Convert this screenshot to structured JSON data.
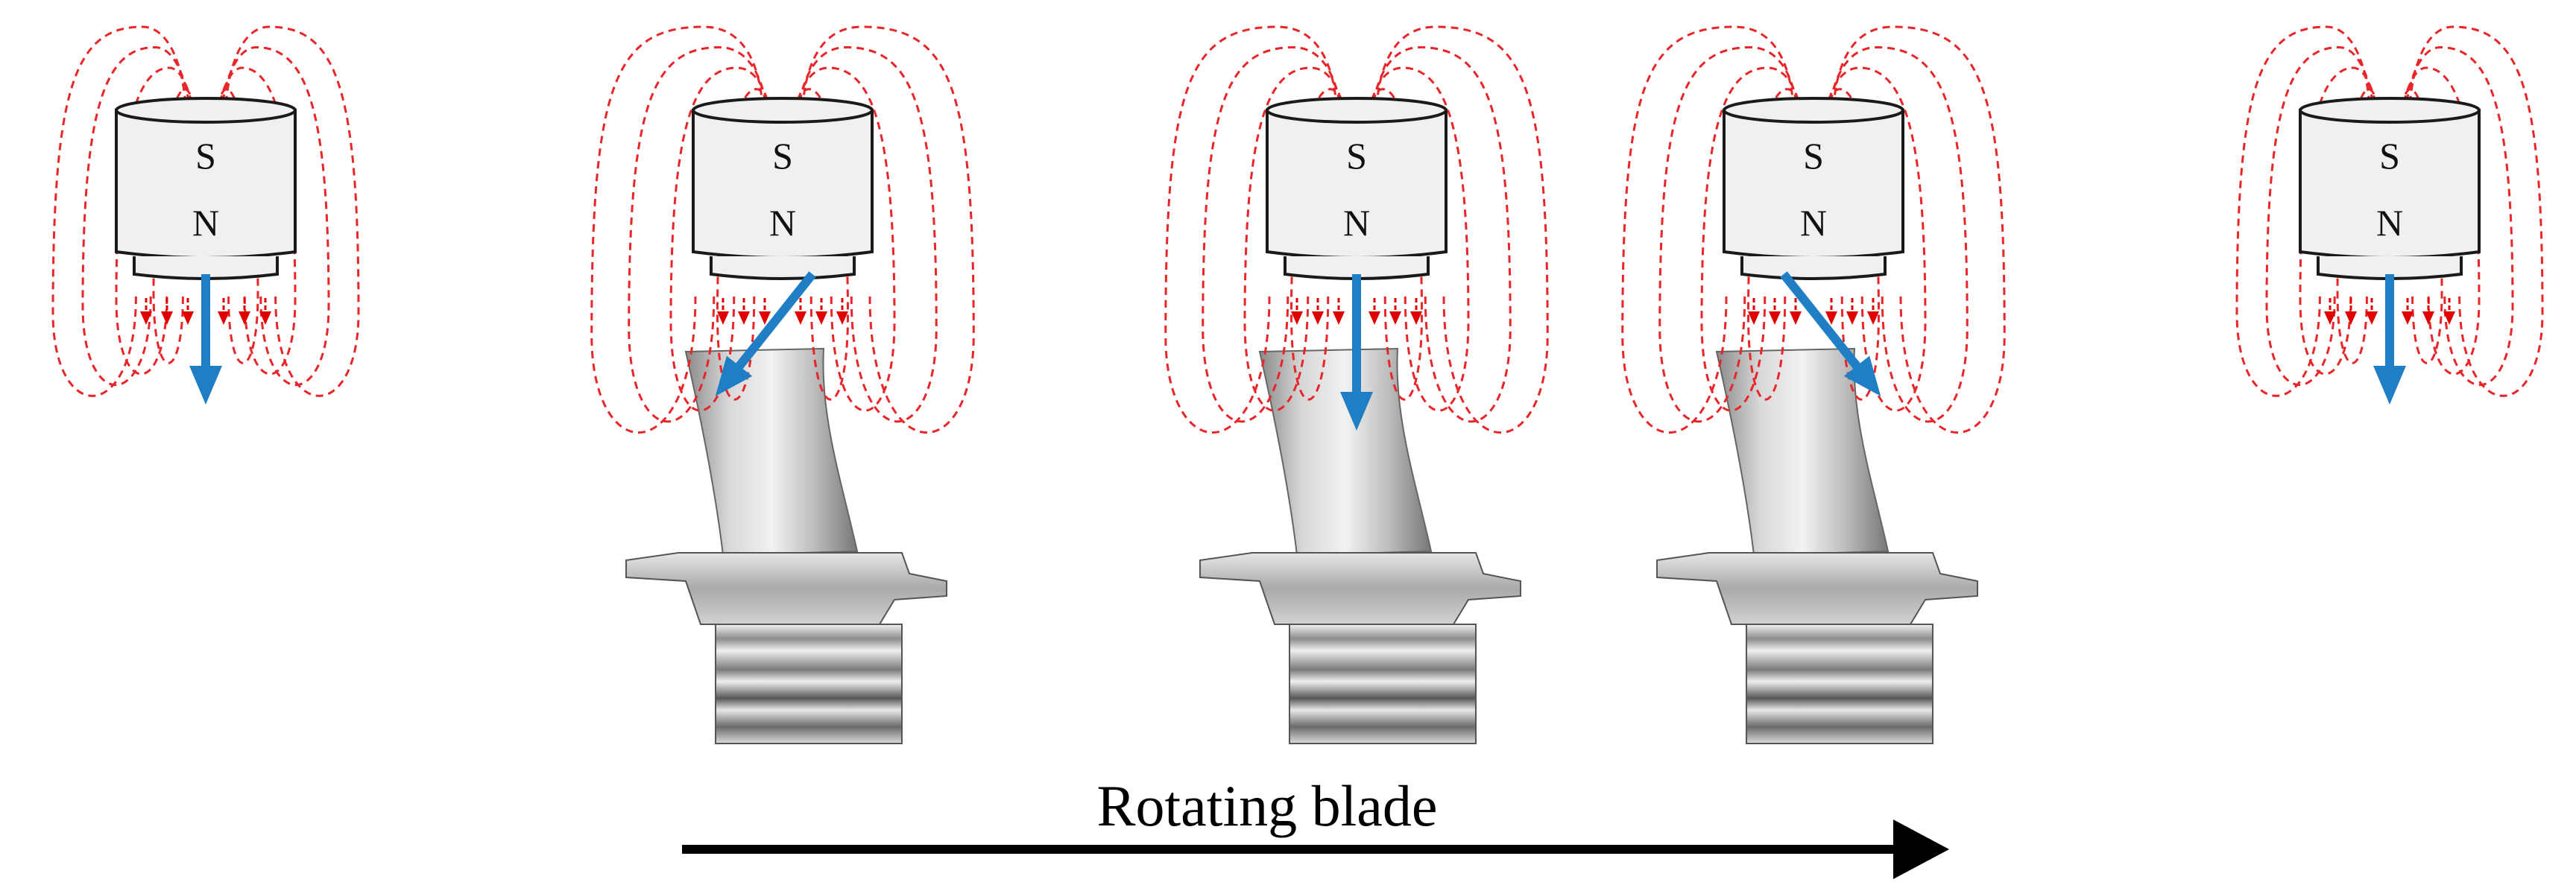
{
  "caption": "Rotating blade",
  "pole_labels": {
    "south": "S",
    "north": "N"
  },
  "colors": {
    "field_line": "#e8262a",
    "field_arrow": "#e00000",
    "magnetization_vector": "#1f7ec4",
    "magnet_fill": "#f0f0f0",
    "outline": "#1a1a1a",
    "motion_arrow": "#000000"
  },
  "stages": [
    {
      "id": "stage-1",
      "blade_present": false,
      "vector_direction": "down"
    },
    {
      "id": "stage-2",
      "blade_present": true,
      "vector_direction": "down-left"
    },
    {
      "id": "stage-3",
      "blade_present": true,
      "vector_direction": "down"
    },
    {
      "id": "stage-4",
      "blade_present": true,
      "vector_direction": "down-right"
    },
    {
      "id": "stage-5",
      "blade_present": false,
      "vector_direction": "down"
    }
  ]
}
